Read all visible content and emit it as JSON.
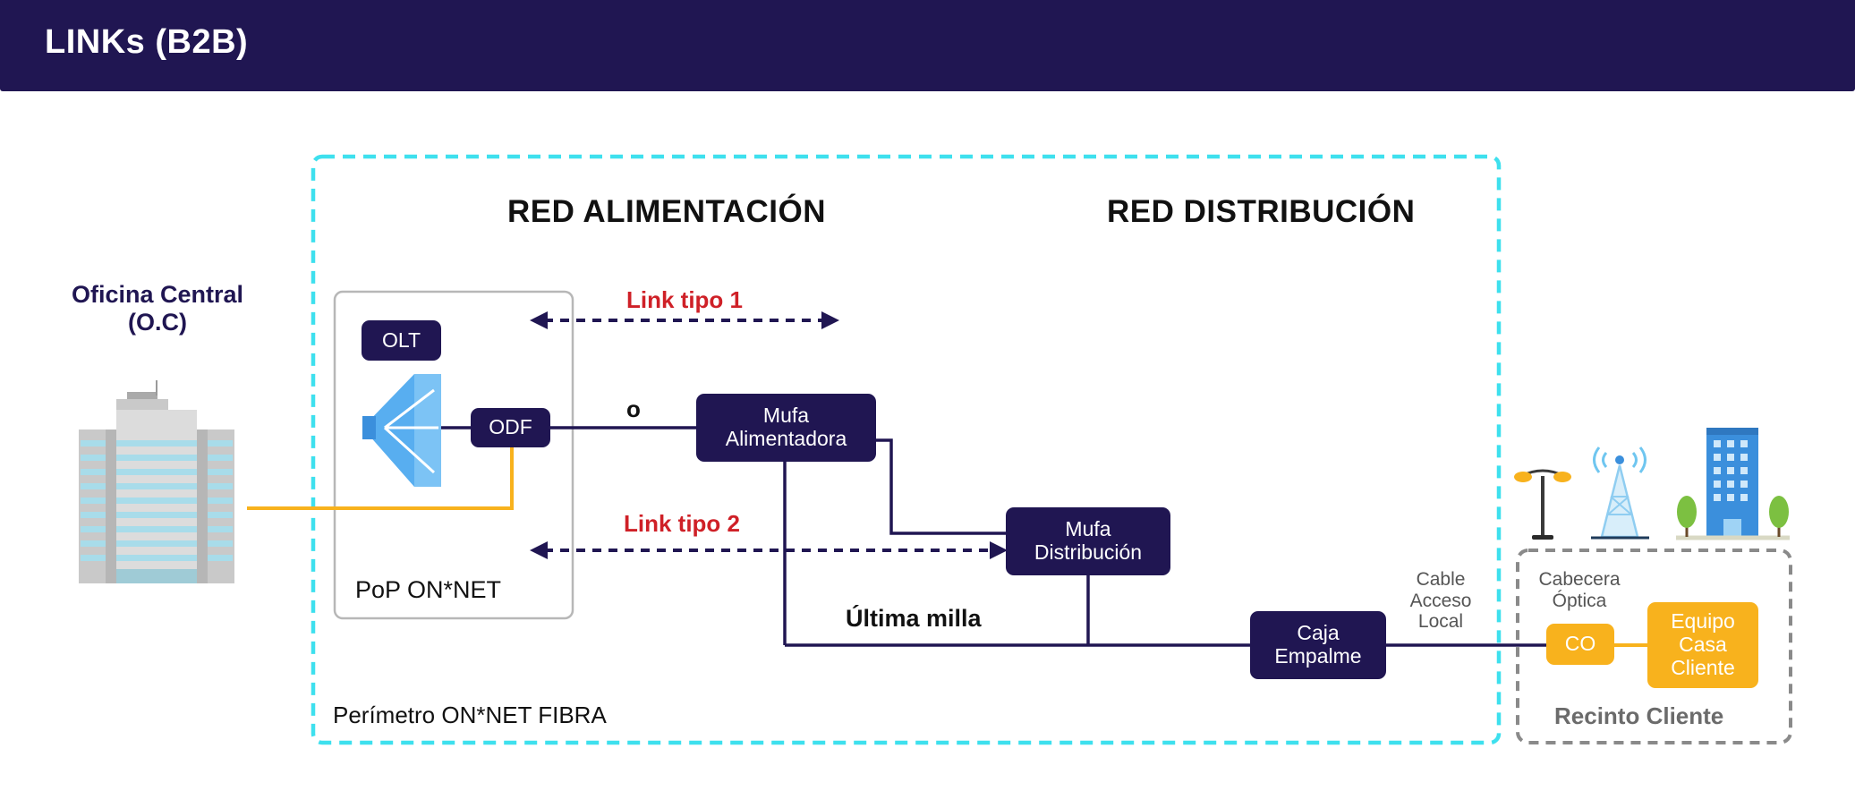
{
  "header": {
    "title": "LINKs (B2B)"
  },
  "central_office": {
    "label": "Oficina Central\n(O.C)"
  },
  "sections": {
    "feeder": "RED ALIMENTACIÓN",
    "distribution": "RED DISTRIBUCIÓN"
  },
  "pop": {
    "label": "PoP ON*NET",
    "olt_label": "OLT",
    "odf_label": "ODF"
  },
  "links": {
    "type1": "Link tipo 1",
    "type2": "Link tipo 2",
    "or_text": "o"
  },
  "nodes": {
    "mufa_alimentadora": "Mufa\nAlimentadora",
    "mufa_distribucion": "Mufa\nDistribución",
    "caja_empalme": "Caja\nEmpalme",
    "co": "CO",
    "equipo_casa_cliente": "Equipo\nCasa\nCliente"
  },
  "labels": {
    "ultima_milla": "Última milla",
    "cable_acceso_local": "Cable\nAcceso\nLocal",
    "cabecera_optica": "Cabecera\nÓptica",
    "perimetro": "Perímetro ON*NET FIBRA",
    "recinto_cliente": "Recinto Cliente"
  },
  "colors": {
    "navy": "#201652",
    "cyan_dashed": "#3ee0ee",
    "orange": "#f8b21d",
    "red": "#cf2027",
    "gray_dashed": "#8a8a8a"
  },
  "icons": [
    "office-building-icon",
    "olt-splitter-icon",
    "street-lamp-icon",
    "antenna-tower-icon",
    "client-building-icon",
    "tree-icon"
  ]
}
